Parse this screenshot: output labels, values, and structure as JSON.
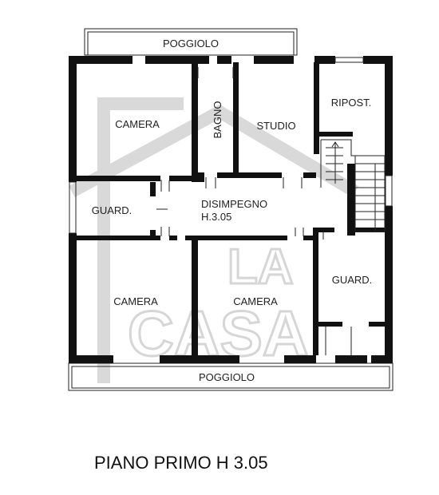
{
  "rooms": {
    "poggiolo_top": "POGGIOLO",
    "camera_top_left": "CAMERA",
    "bagno": "BAGNO",
    "studio": "STUDIO",
    "ripostiglio": "RIPOST.",
    "guardaroba_left": "GUARD.",
    "disimpegno": "DISIMPEGNO",
    "disimpegno_height": "H.3.05",
    "camera_bottom_left": "CAMERA",
    "camera_bottom_center": "CAMERA",
    "guardaroba_right": "GUARD.",
    "poggiolo_bottom": "POGGIOLO"
  },
  "watermark": {
    "word1": "LA",
    "word2": "CASA"
  },
  "title": "PIANO PRIMO H 3.05",
  "colors": {
    "walls": "#111111",
    "watermark": "#d9d9d9"
  }
}
